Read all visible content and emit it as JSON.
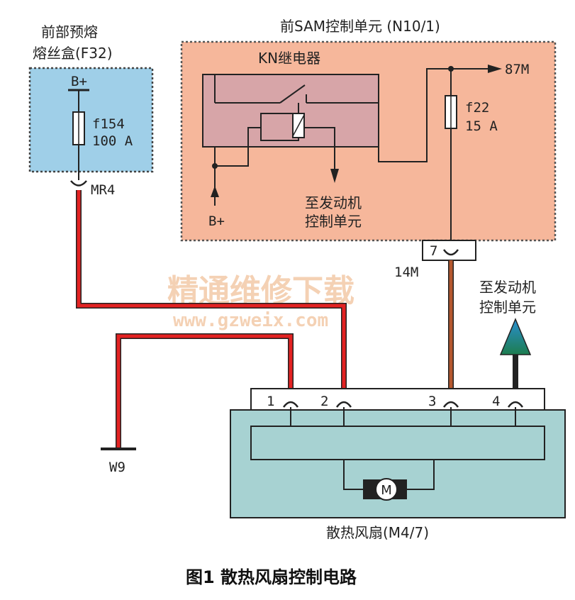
{
  "fuse_box": {
    "title_line1": "前部预熔",
    "title_line2": "熔丝盒(F32)",
    "supply": "B+",
    "fuse_name": "f154",
    "fuse_rating": "100 A",
    "connector": "MR4"
  },
  "sam": {
    "title": "前SAM控制单元 (N10/1)",
    "relay_label": "KN继电器",
    "relay_supply": "B+",
    "to_ecu_line1": "至发动机",
    "to_ecu_line2": "控制单元",
    "output_label": "87M",
    "fuse_name": "f22",
    "fuse_rating": "15 A",
    "pin": "7"
  },
  "wire_label_14m": "14M",
  "ground_label": "W9",
  "ecu_arrow_line1": "至发动机",
  "ecu_arrow_line2": "控制单元",
  "fan": {
    "pins": [
      "1",
      "2",
      "3",
      "4"
    ],
    "motor_symbol": "M",
    "title": "散热风扇(M4/7)"
  },
  "watermark": {
    "line1": "精通维修下载",
    "line2": "www.gzweix.com"
  },
  "caption": "图1   散热风扇控制电路",
  "colors": {
    "fuse_box_fill": "#9fcfe8",
    "sam_fill": "#f6b79b",
    "relay_fill": "#d7a5a8",
    "fan_fill": "#a7d2d2",
    "wire_red": "#e32222",
    "wire_brown": "#b5582f",
    "arrow_green": "#1d7d4f",
    "arrow_blue": "#2a8fd0"
  }
}
